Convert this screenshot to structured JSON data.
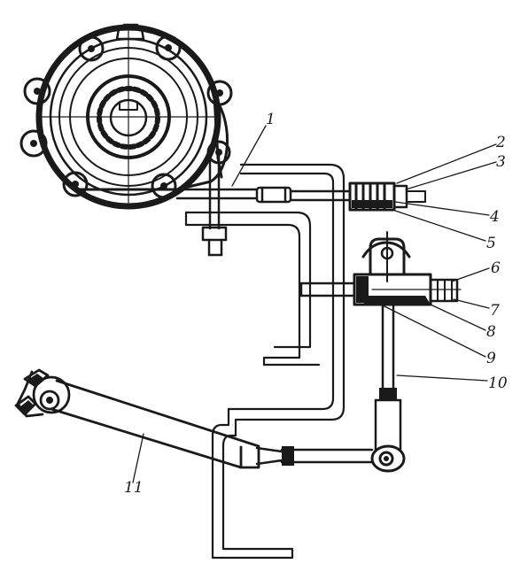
{
  "diagram": {
    "callouts": [
      {
        "id": "1",
        "text": "1"
      },
      {
        "id": "2",
        "text": "2"
      },
      {
        "id": "3",
        "text": "3"
      },
      {
        "id": "4",
        "text": "4"
      },
      {
        "id": "5",
        "text": "5"
      },
      {
        "id": "6",
        "text": "6"
      },
      {
        "id": "7",
        "text": "7"
      },
      {
        "id": "8",
        "text": "8"
      },
      {
        "id": "9",
        "text": "9"
      },
      {
        "id": "10",
        "text": "10"
      },
      {
        "id": "11",
        "text": "11"
      }
    ],
    "colors": {
      "ink": "#1a1a1a",
      "paper": "#ffffff"
    }
  }
}
